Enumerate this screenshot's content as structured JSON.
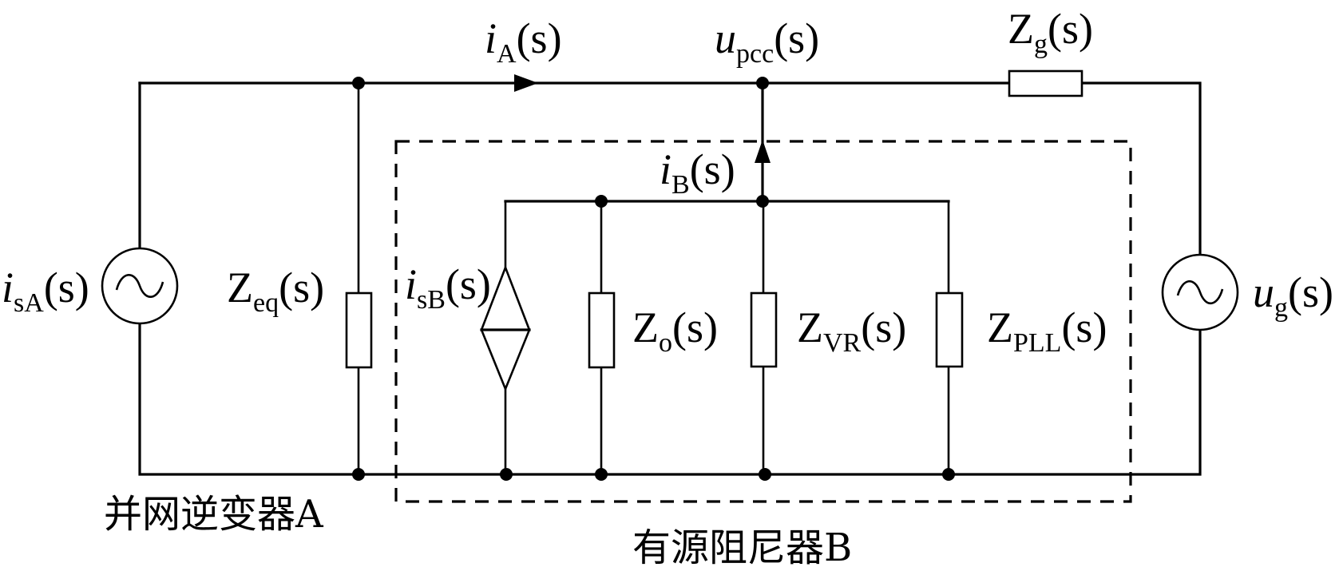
{
  "figure": {
    "type": "equivalent-circuit",
    "description": "Impedance model of grid-connected inverter A with active damper B"
  },
  "labels": {
    "iA": {
      "main": "i",
      "sub": "A",
      "arg": "(s)"
    },
    "upcc": {
      "main": "u",
      "sub": "pcc",
      "arg": "(s)"
    },
    "Zg": {
      "main": "Z",
      "sub": "g",
      "arg": "(s)"
    },
    "iB": {
      "main": "i",
      "sub": "B",
      "arg": "(s)"
    },
    "isA": {
      "main": "i",
      "sub": "sA",
      "arg": "(s)"
    },
    "Zeq": {
      "main": "Z",
      "sub": "eq",
      "arg": "(s)"
    },
    "isB": {
      "main": "i",
      "sub": "sB",
      "arg": "(s)"
    },
    "Zo": {
      "main": "Z",
      "sub": "o",
      "arg": "(s)"
    },
    "ZVR": {
      "main": "Z",
      "sub": "VR",
      "arg": "(s)"
    },
    "ZPLL": {
      "main": "Z",
      "sub": "PLL",
      "arg": "(s)"
    },
    "ug": {
      "main": "u",
      "sub": "g",
      "arg": "(s)"
    }
  },
  "blocks": {
    "inverter_a": "并网逆变器A",
    "damper_b": "有源阻尼器B"
  },
  "components": [
    {
      "id": "isA",
      "kind": "ac-current-source",
      "icon": "ac-source-icon"
    },
    {
      "id": "Zeq",
      "kind": "impedance"
    },
    {
      "id": "isB",
      "kind": "dependent-current-source",
      "icon": "diamond-source-icon"
    },
    {
      "id": "Zo",
      "kind": "impedance"
    },
    {
      "id": "ZVR",
      "kind": "impedance"
    },
    {
      "id": "ZPLL",
      "kind": "impedance"
    },
    {
      "id": "Zg",
      "kind": "impedance"
    },
    {
      "id": "ug",
      "kind": "ac-voltage-source",
      "icon": "ac-source-icon"
    }
  ],
  "colors": {
    "line": "#000000",
    "background": "#ffffff"
  }
}
